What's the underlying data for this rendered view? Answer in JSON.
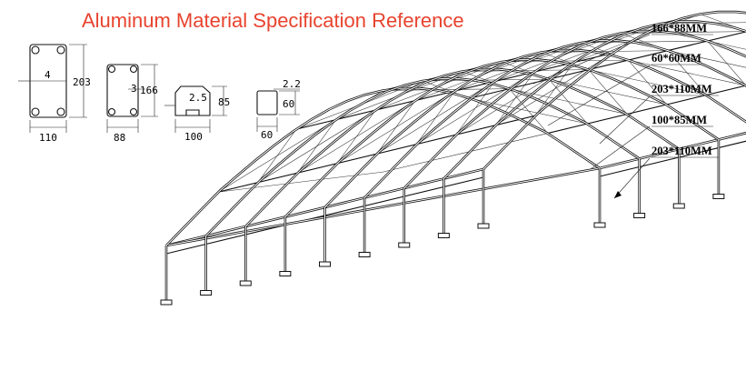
{
  "title": "Aluminum Material Specification Reference",
  "profiles": [
    {
      "id": "p1",
      "inner": "4",
      "height": "203",
      "width": "110"
    },
    {
      "id": "p2",
      "inner": "3",
      "height": "166",
      "width": "88"
    },
    {
      "id": "p3",
      "inner": "2.5",
      "height": "85",
      "width": "100"
    },
    {
      "id": "p4",
      "inner": "2.2",
      "height": "60",
      "width": "60"
    }
  ],
  "callouts": [
    "166*88MM",
    "60*60MM",
    "203*110MM",
    "100*85MM",
    "203*110MM"
  ]
}
